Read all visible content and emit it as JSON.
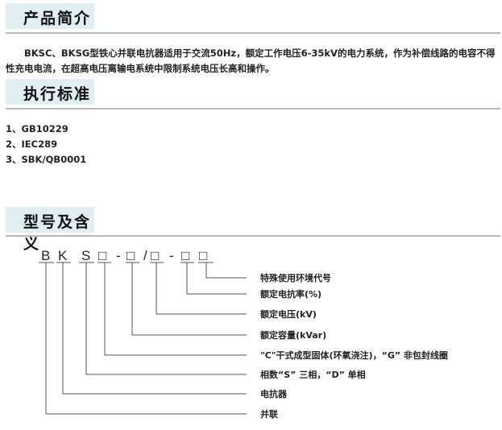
{
  "sections": {
    "intro": {
      "title": "产品简介",
      "text": "　　BKSC、BKSG型铁心并联电抗器适用于交流50Hz，额定工作电压6-35kV的电力系统，作为补偿线路的电容不得性充电电流，在超高电压离输电系统中限制系统电压长高和操作。"
    },
    "standards": {
      "title": "执行标准",
      "items": [
        "1、GB10229",
        "2、IEC289",
        "3、SBK/QB0001"
      ]
    },
    "model": {
      "title": "型号及含义",
      "code": [
        "B",
        "K",
        "S",
        "□",
        "-",
        "□",
        "/",
        "□",
        "-",
        "□",
        "□"
      ],
      "labels": [
        "特殊使用环境代号",
        "额定电抗率(%)",
        "额定电压(kV)",
        "额定容量(kVar)",
        "\"C\"干式成型固体(环氧浇注)，“G” 非包封线圈",
        "相数“S” 三相，“D” 单相",
        "电抗器",
        "并联"
      ]
    }
  }
}
